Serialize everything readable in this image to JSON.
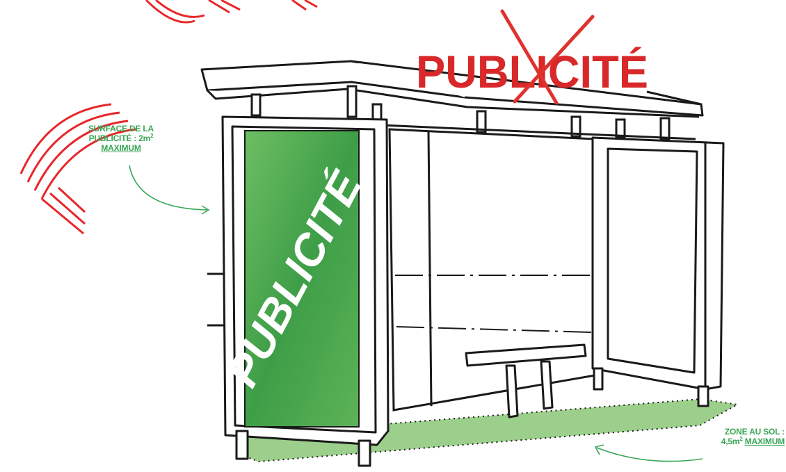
{
  "headline": {
    "text": "PUBLICITÉ",
    "crossed_letter": "LI"
  },
  "panel": {
    "text": "PUBLICITÉ"
  },
  "annotation_surface": {
    "line1": "SURFACE DE LA",
    "line2_prefix": "PUBLICITÉ : 2m",
    "line2_sup": "2",
    "line3": "MAXIMUM"
  },
  "annotation_zone": {
    "line1": "ZONE AU SOL :",
    "line2_prefix": "4,5m",
    "line2_sup": "2",
    "line2_suffix": "MAXIMUM"
  },
  "colors": {
    "headline_red": "#d8282a",
    "cross_red": "#e0322d",
    "ad_green": "#4caf50",
    "label_green": "#3aa655",
    "floor_green": "#9ccf8c",
    "line_black": "#1a1a1a",
    "logo_red": "#e8262a"
  },
  "icons": [
    "logo-stripes-icon",
    "curved-arrow-icon"
  ]
}
